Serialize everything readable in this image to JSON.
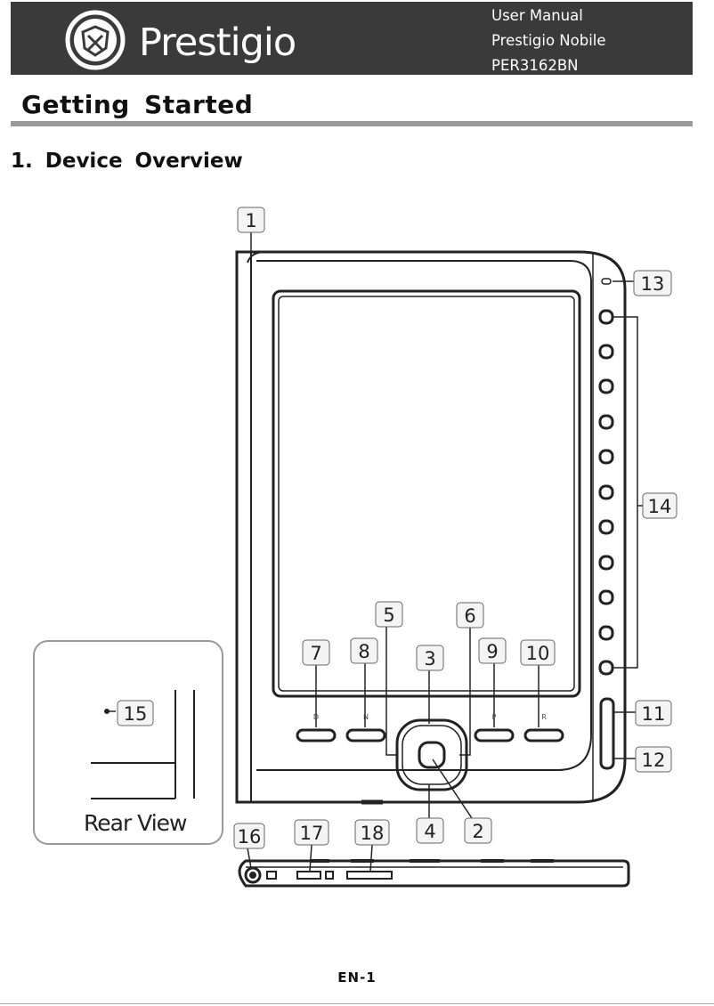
{
  "header": {
    "brand": "Prestigio",
    "manual_lines": [
      "User Manual",
      "Prestigio Nobile",
      "PER3162BN"
    ]
  },
  "section_title": "Getting Started",
  "subsection_title": "1. Device Overview",
  "diagram": {
    "callouts": [
      "1",
      "2",
      "3",
      "4",
      "5",
      "6",
      "7",
      "8",
      "9",
      "10",
      "11",
      "12",
      "13",
      "14",
      "15",
      "16",
      "17",
      "18"
    ],
    "rear_view_label": "Rear View",
    "nav_button_glyphs": [
      "D",
      "N",
      "P",
      "R"
    ]
  },
  "footer": {
    "page_code": "EN-1"
  },
  "colors": {
    "header_bg": "#3a3a3a",
    "rule": "#9a9a9a"
  }
}
